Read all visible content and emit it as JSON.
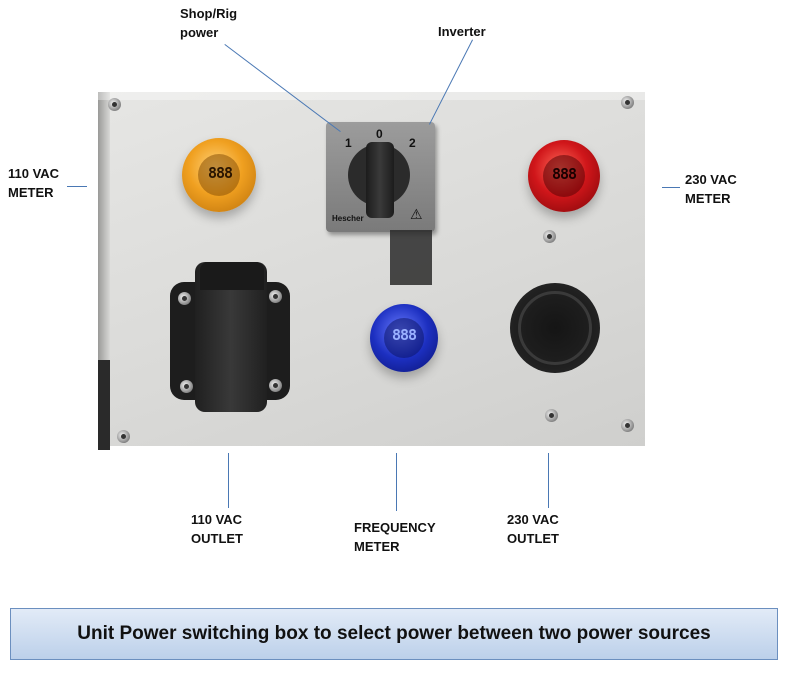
{
  "labels": {
    "shop_rig": "Shop/Rig\npower",
    "inverter": "Inverter",
    "vac110_meter": "110 VAC\nMETER",
    "vac230_meter": "230 VAC\nMETER",
    "vac110_outlet": "110 VAC\nOUTLET",
    "frequency_meter": "FREQUENCY\nMETER",
    "vac230_outlet": "230 VAC\nOUTLET"
  },
  "switch": {
    "pos1": "1",
    "pos0": "0",
    "pos2": "2",
    "brand": "Hescher"
  },
  "meters": {
    "lcd_110": "888",
    "lcd_230": "888",
    "lcd_freq": "888"
  },
  "caption": "Unit Power switching box to select power between two power sources",
  "colors": {
    "leader": "#4a78b4",
    "meter_110": "#f0a020",
    "meter_230": "#d0161a",
    "meter_freq": "#1c2fc0",
    "caption_bg": "#c9daf0"
  }
}
